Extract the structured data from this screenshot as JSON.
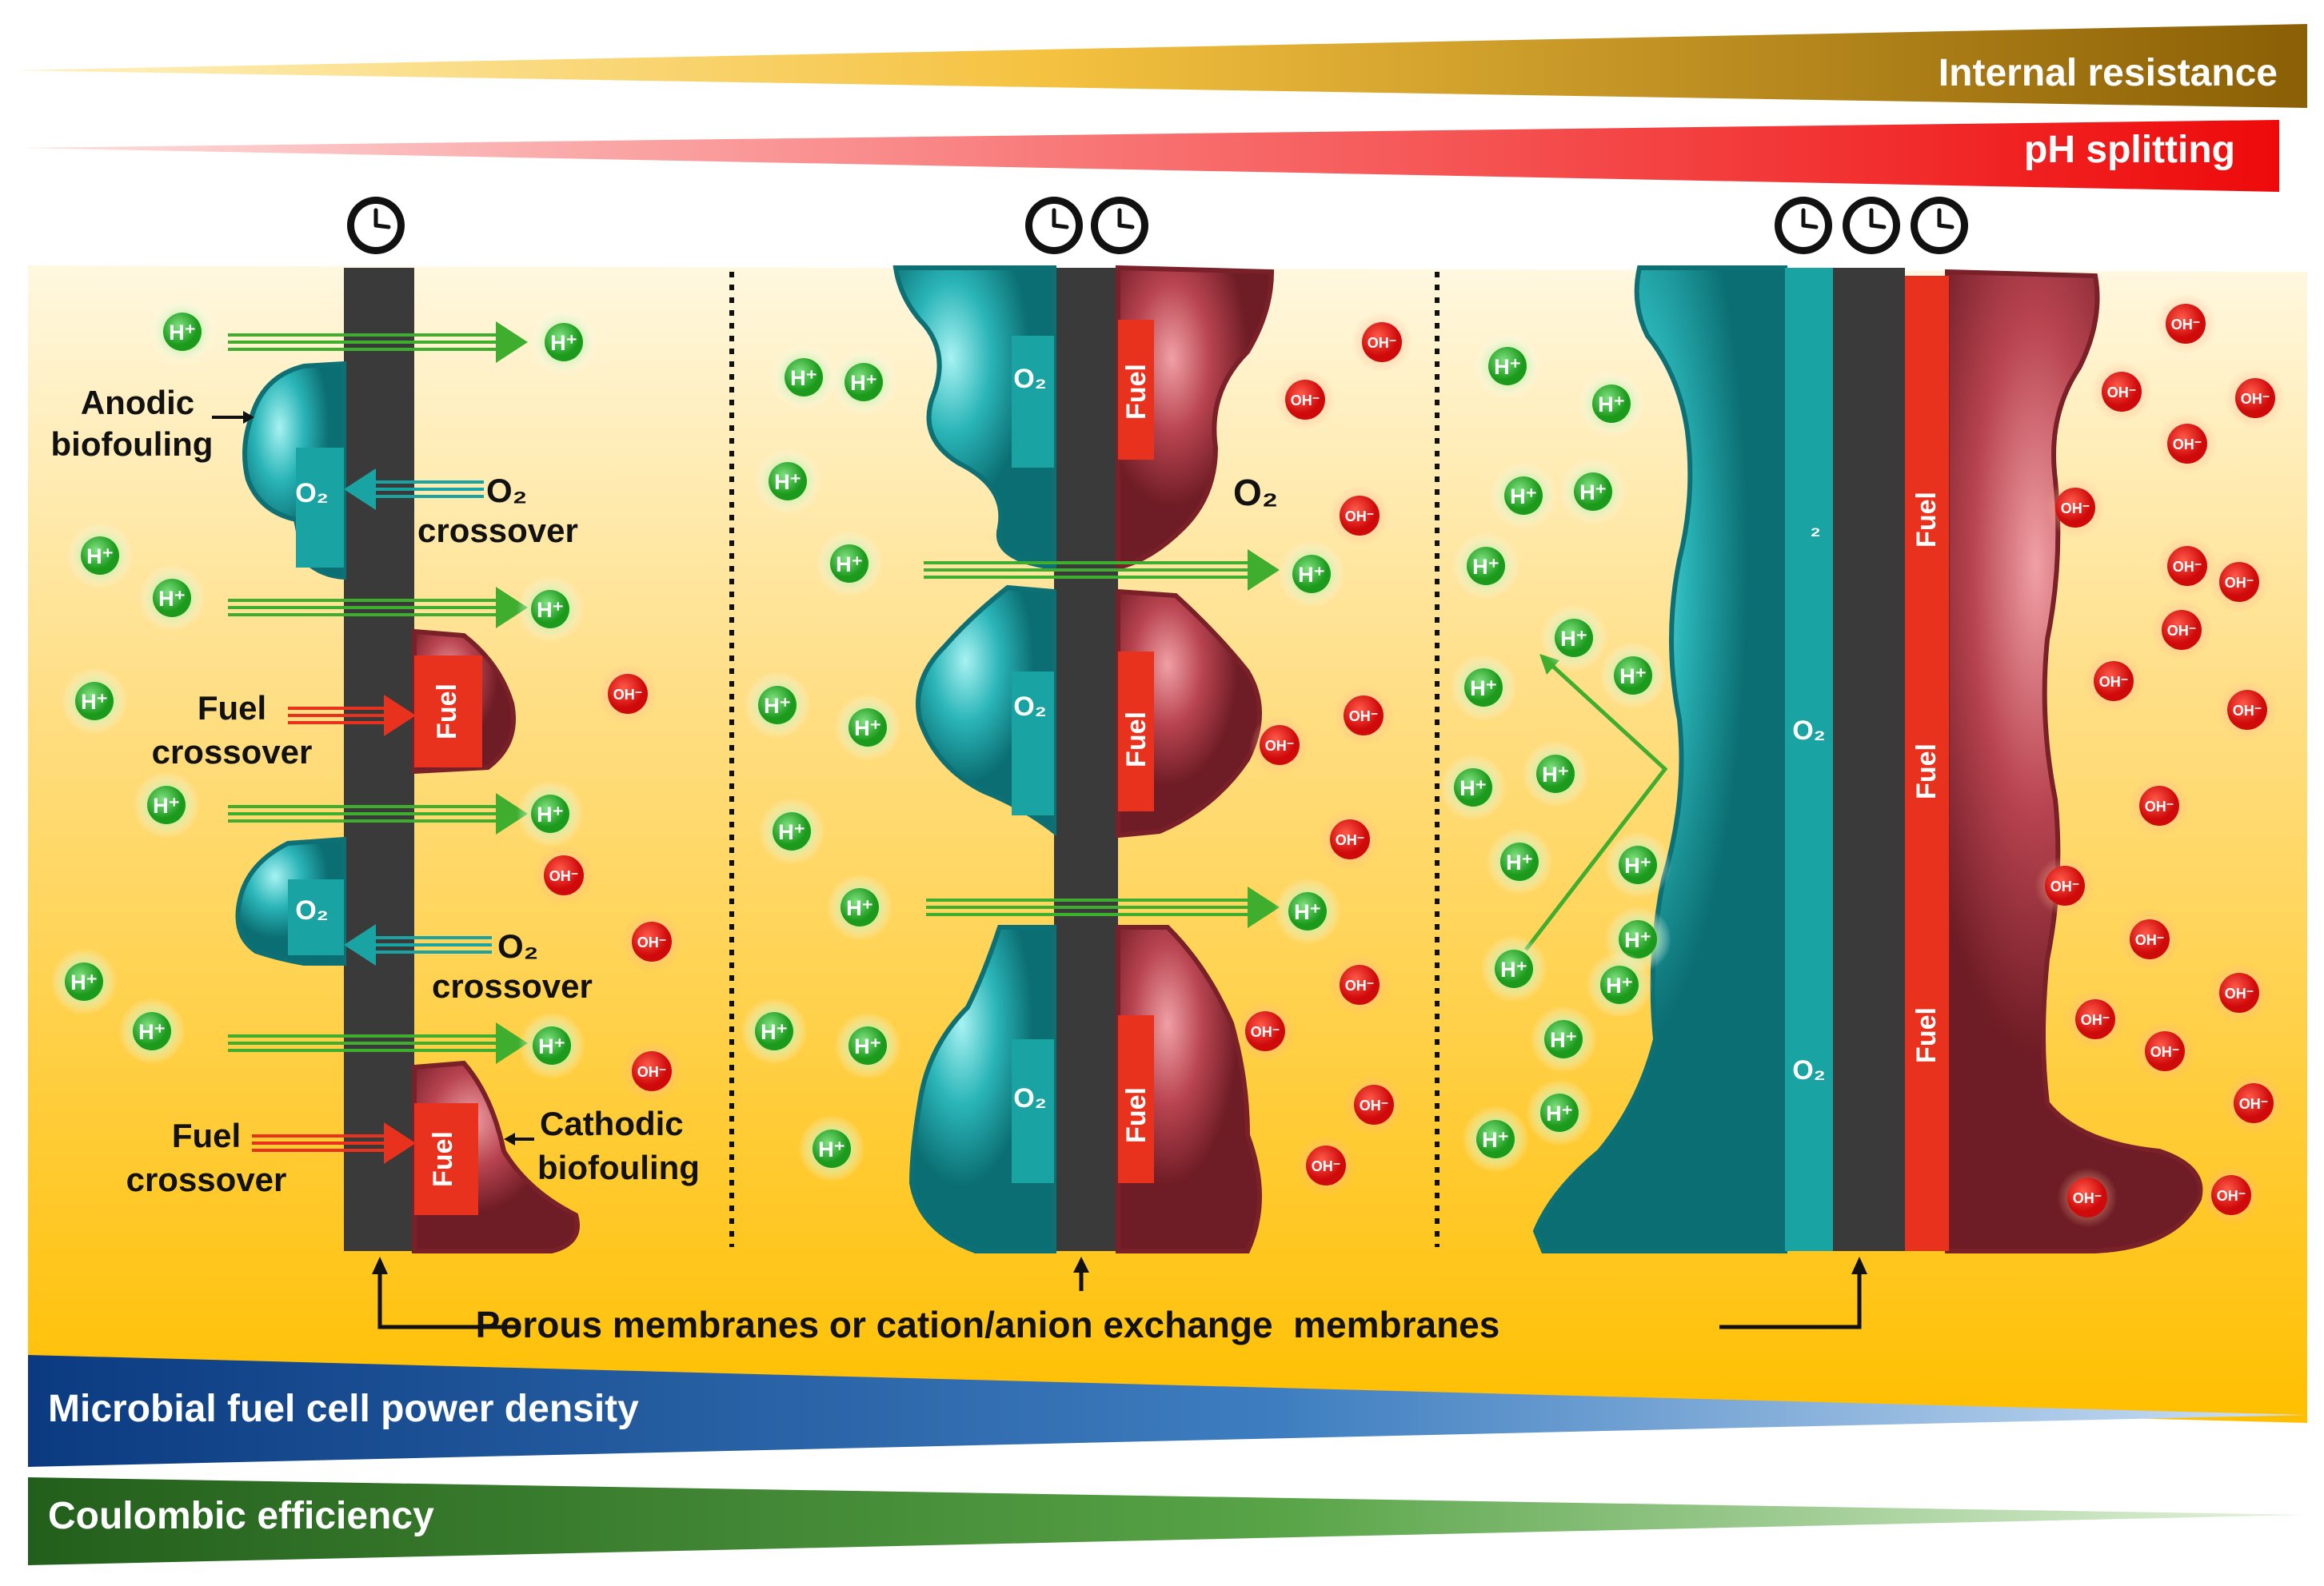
{
  "bars": {
    "internal_resistance": "Internal resistance",
    "ph_splitting": "pH splitting",
    "power_density": "Microbial fuel cell power density",
    "coulombic_efficiency": "Coulombic efficiency"
  },
  "ions": {
    "proton": "H⁺",
    "hydroxide": "OH⁻"
  },
  "species": {
    "oxygen": "O₂",
    "oxygen_partial": "₂",
    "fuel": "Fuel"
  },
  "labels": {
    "anodic_biofouling_1": "Anodic",
    "anodic_biofouling_2": "biofouling",
    "cathodic_biofouling_1": "Cathodic",
    "cathodic_biofouling_2": "biofouling",
    "o2_crossover_1": "O₂",
    "o2_crossover_2": "crossover",
    "fuel_crossover_1": "Fuel",
    "fuel_crossover_2": "crossover",
    "membranes": "Porous membranes or cation/anion exchange  membranes",
    "o2_cathode": "O₂"
  },
  "panels": [
    {
      "clocks": 1
    },
    {
      "clocks": 2
    },
    {
      "clocks": 3
    }
  ],
  "colors": {
    "background_top": "#fff8e0",
    "background_bottom": "#ffc000",
    "membrane": "#3a3a3a",
    "teal": "#1aa3a3",
    "maroon": "#b5454f",
    "fuel_red": "#e8321e",
    "proton_green": "#2eae2e",
    "hydroxide_red": "#e01515",
    "resistance_brown": "#a5730a",
    "ph_red": "#ee1111",
    "power_blue": "#0b3f8a",
    "coulombic_green": "#2b6e24"
  }
}
